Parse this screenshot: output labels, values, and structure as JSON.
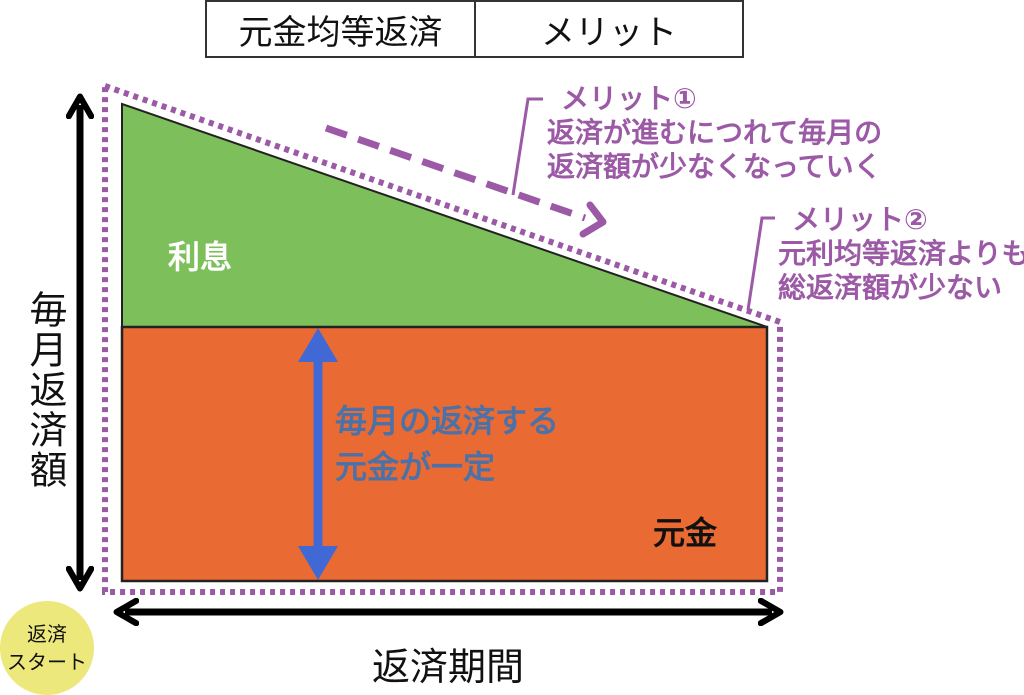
{
  "header": {
    "method": "元金均等返済",
    "topic": "メリット"
  },
  "labels": {
    "interest": "利息",
    "principal": "元金",
    "y_axis": "毎月返済額",
    "x_axis": "返済期間",
    "principal_note_line1": "毎月の返済する",
    "principal_note_line2": "元金が一定",
    "start_line1": "返済",
    "start_line2": "スタート"
  },
  "merits": [
    {
      "title": "メリット①",
      "line1": "返済が進むにつれて毎月の",
      "line2": "返済額が少なくなっていく"
    },
    {
      "title": "メリット②",
      "line1": "元利均等返済よりも",
      "line2": "総返済額が少ない"
    }
  ],
  "colors": {
    "interest": "#7dbf5a",
    "principal": "#e96a33",
    "accent": "#9b59a6",
    "arrow": "#4169d6",
    "note": "#4a72a8",
    "start": "#ece87c"
  }
}
